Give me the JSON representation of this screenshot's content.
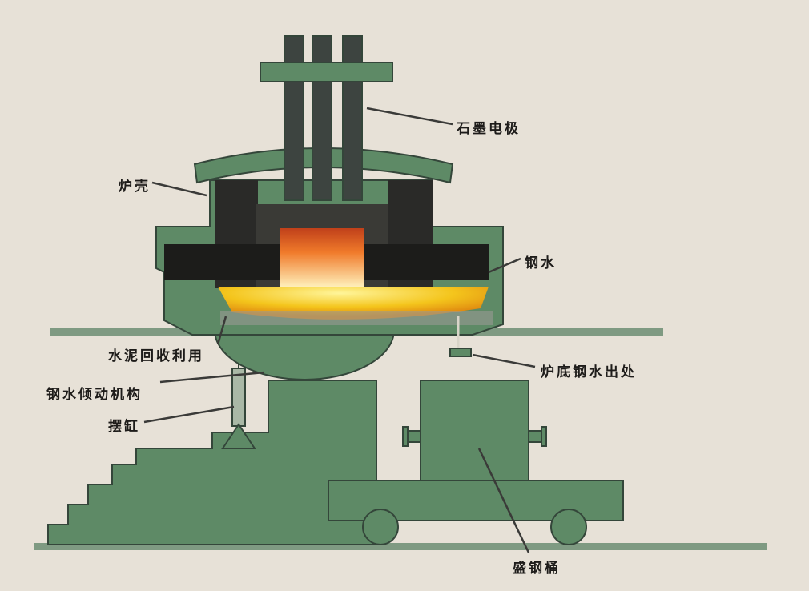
{
  "labels": {
    "electrode": "石墨电极",
    "shell": "炉壳",
    "molten_steel": "钢水",
    "cement_recycle": "水泥回收利用",
    "tap_hole": "炉底钢水出处",
    "tilt_mechanism": "钢水倾动机构",
    "cylinder": "摆缸",
    "ladle": "盛钢桶"
  },
  "colors": {
    "background": "#e7e1d7",
    "body_green": "#5e8a66",
    "outline": "#34463a",
    "steel_yellow": "#f2c21a",
    "arc_orange": "#f06a1c"
  }
}
